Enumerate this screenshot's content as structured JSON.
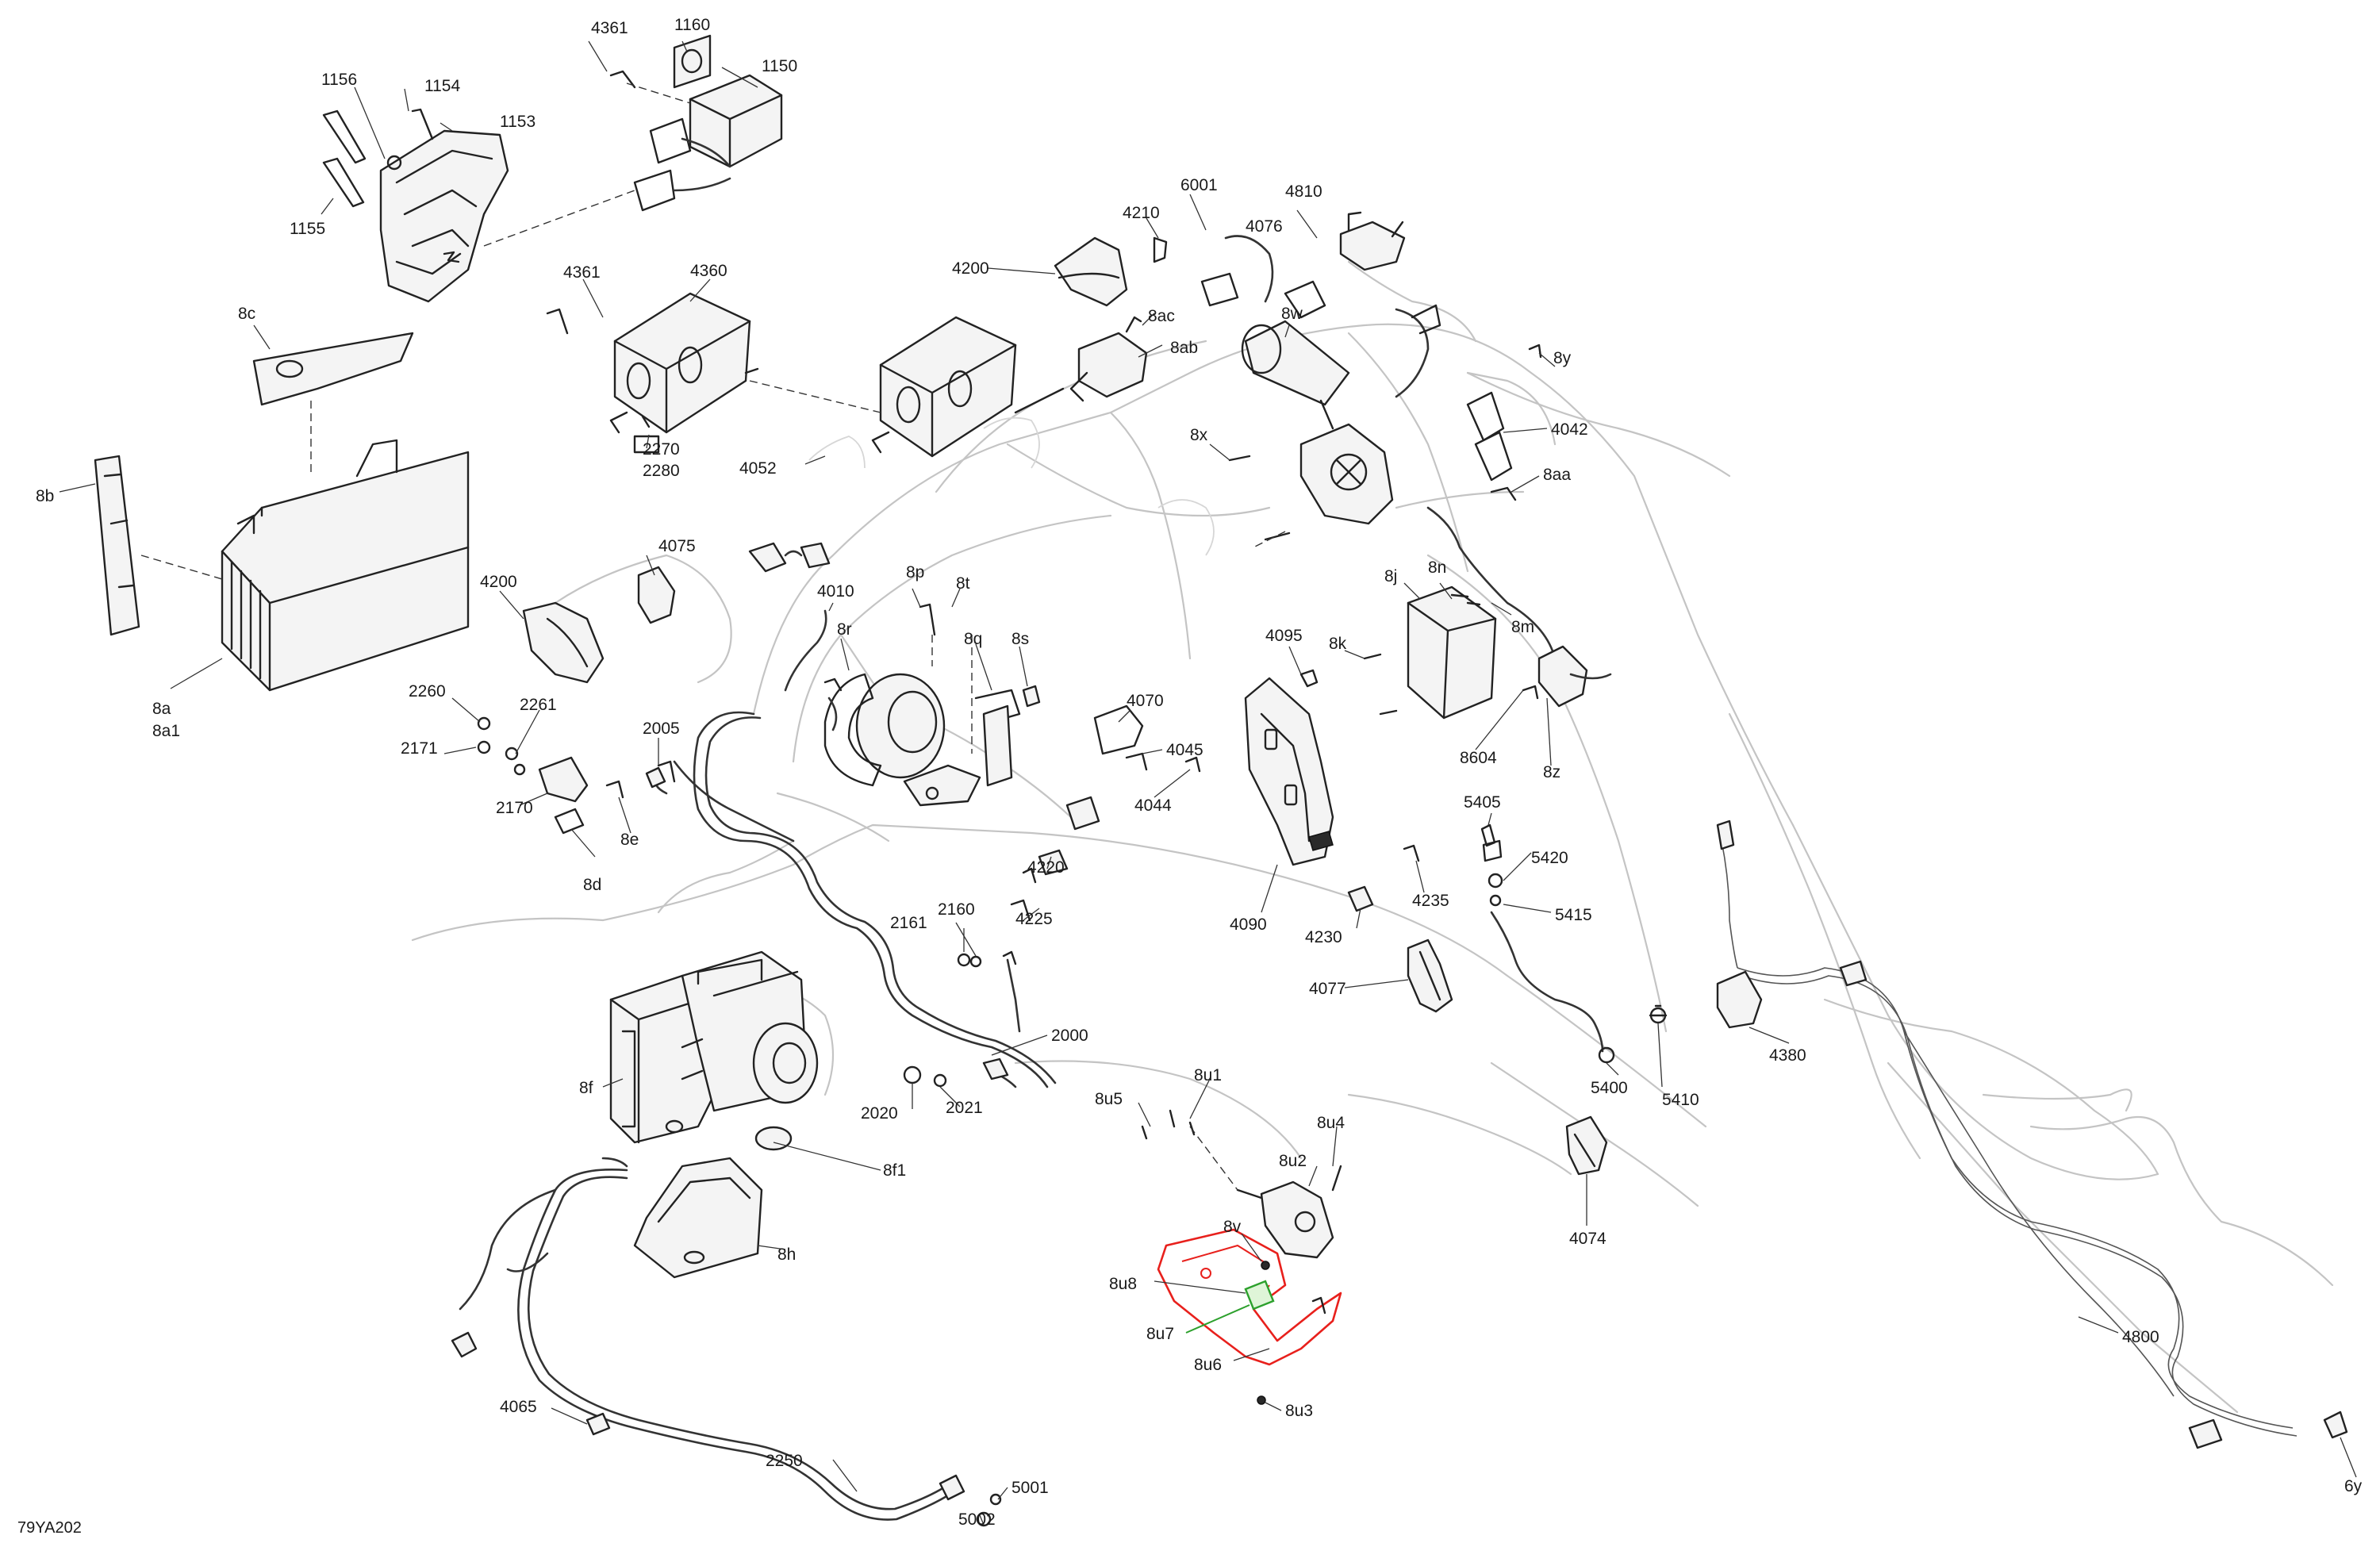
{
  "diagram_code": "79YA202",
  "colors": {
    "highlight_primary": "#e8201c",
    "highlight_secondary": "#2ca02c",
    "line": "#222222",
    "ghost": "#c4c4c4"
  },
  "labels": {
    "p4361a": "4361",
    "p1160": "1160",
    "p1150": "1150",
    "p1156": "1156",
    "p1154": "1154",
    "p1153": "1153",
    "p1155": "1155",
    "p6001": "6001",
    "p4810": "4810",
    "p4210": "4210",
    "p4076": "4076",
    "p4200a": "4200",
    "p4361b": "4361",
    "p4360": "4360",
    "p8c": "8c",
    "p8ac": "8ac",
    "p8w": "8w",
    "p8ab": "8ab",
    "p8y": "8y",
    "p4042": "4042",
    "p8x": "8x",
    "p2270": "2270",
    "p2280": "2280",
    "p4052": "4052",
    "p8aa": "8aa",
    "p8b": "8b",
    "p4075": "4075",
    "p8j": "8j",
    "p8n": "8n",
    "p4200b": "4200",
    "p4010": "4010",
    "p8p": "8p",
    "p8t": "8t",
    "p8m": "8m",
    "p8r": "8r",
    "p8q": "8q",
    "p8s": "8s",
    "p4095": "4095",
    "p8k": "8k",
    "p8a": "8a",
    "p8a1": "8a1",
    "p2260": "2260",
    "p2261": "2261",
    "p4070": "4070",
    "p2171": "2171",
    "p2005": "2005",
    "p4045": "4045",
    "p8604": "8604",
    "p8z": "8z",
    "p2170": "2170",
    "p8e": "8e",
    "p4044": "4044",
    "p5405": "5405",
    "p4220": "4220",
    "p5420": "5420",
    "p8d": "8d",
    "p4235": "4235",
    "p4090": "4090",
    "p4225": "4225",
    "p5415": "5415",
    "p2161": "2161",
    "p2160": "2160",
    "p4230": "4230",
    "p4077": "4077",
    "p2000": "2000",
    "p4380": "4380",
    "p8u1": "8u1",
    "p8u5": "8u5",
    "p8f": "8f",
    "p5400": "5400",
    "p5410": "5410",
    "p2020": "2020",
    "p2021": "2021",
    "p8u4": "8u4",
    "p8u2": "8u2",
    "p8f1": "8f1",
    "p4074": "4074",
    "p8v": "8v",
    "p8u8": "8u8",
    "p8h": "8h",
    "p8u7": "8u7",
    "p4800": "4800",
    "p8u6": "8u6",
    "p4065": "4065",
    "p8u3": "8u3",
    "p2250": "2250",
    "p5001": "5001",
    "p6y": "6y",
    "p5002": "5002"
  }
}
